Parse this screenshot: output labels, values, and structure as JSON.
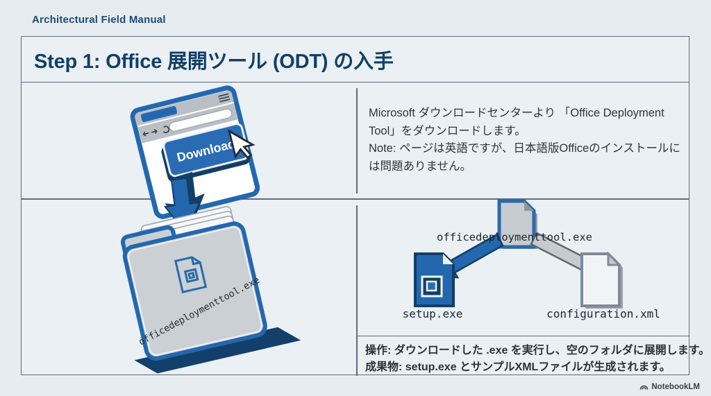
{
  "page": {
    "eyebrow": "Architectural Field Manual",
    "title": "Step 1: Office 展開ツール (ODT) の入手",
    "watermark": "NotebookLM"
  },
  "colors": {
    "accent_blue": "#2368af",
    "dark_navy": "#133e66",
    "title_navy": "#123f68",
    "border_gray": "#5d6c7b",
    "background": "#e7ecf0"
  },
  "left_panel": {
    "browser_download_label": "Download",
    "folder_file_label": "officedeploymenttool.exe"
  },
  "right_top": {
    "body": "Microsoft ダウンロードセンターより 「Office Deployment Tool」をダウンロードします。",
    "note": "Note: ページは英語ですが、日本語版Officeのインストールには問題ありません。"
  },
  "right_bottom": {
    "source_file": "officedeploymenttool.exe",
    "output_left": "setup.exe",
    "output_right": "configuration.xml",
    "note_line1": "操作: ダウンロードした .exe を実行し、空のフォルダに展開します。",
    "note_line2": "成果物: setup.exe とサンプルXMLファイルが生成されます。"
  }
}
